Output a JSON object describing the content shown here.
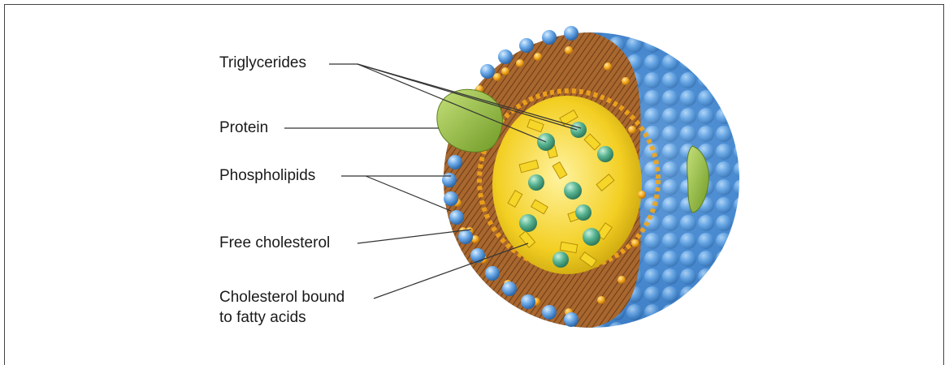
{
  "labels": {
    "triglycerides": "Triglycerides",
    "protein": "Protein",
    "phospholipids": "Phospholipids",
    "free_cholesterol": "Free cholesterol",
    "cholesterol_bound_line1": "Cholesterol bound",
    "cholesterol_bound_line2": "to fatty acids"
  },
  "colors": {
    "shell_blue": "#4a8fd6",
    "shell_blue_light": "#9cc8f0",
    "phospholipid_tail": "#9b5a2a",
    "phospholipid_head": "#f2a51a",
    "core_yellow": "#f5d21e",
    "cholesterol_green": "#4aa88a",
    "protein_green": "#8db83a",
    "leader_line": "#333333"
  }
}
